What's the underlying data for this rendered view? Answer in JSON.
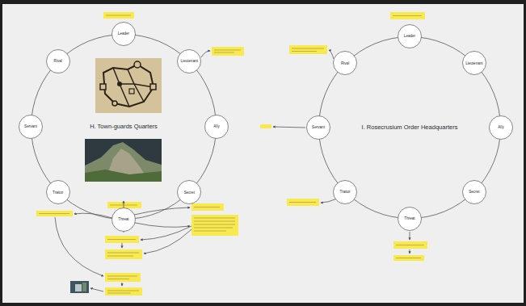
{
  "diagram": {
    "nodes": [
      {
        "text": [
          "H. Town-guards Quarters"
        ]
      },
      {
        "text": [
          "Leader"
        ]
      },
      {
        "text": [
          "Lieutenant"
        ]
      },
      {
        "text": [
          "Ally"
        ]
      },
      {
        "text": [
          "Secret"
        ]
      },
      {
        "text": [
          "Threat"
        ]
      },
      {
        "text": [
          "Traitor"
        ]
      },
      {
        "text": [
          "Servant"
        ]
      },
      {
        "text": [
          "Rival"
        ]
      },
      {
        "text": [
          "I. Rosecrusium Order Headquarters"
        ]
      },
      {
        "text": [
          "Leader"
        ]
      },
      {
        "text": [
          "Lieutenant"
        ]
      },
      {
        "text": [
          "Ally"
        ]
      },
      {
        "text": [
          "Secret"
        ]
      },
      {
        "text": [
          "Threat"
        ]
      },
      {
        "text": [
          "Traitor"
        ]
      },
      {
        "text": [
          "Servant"
        ]
      },
      {
        "text": [
          "Rival"
        ]
      }
    ]
  }
}
